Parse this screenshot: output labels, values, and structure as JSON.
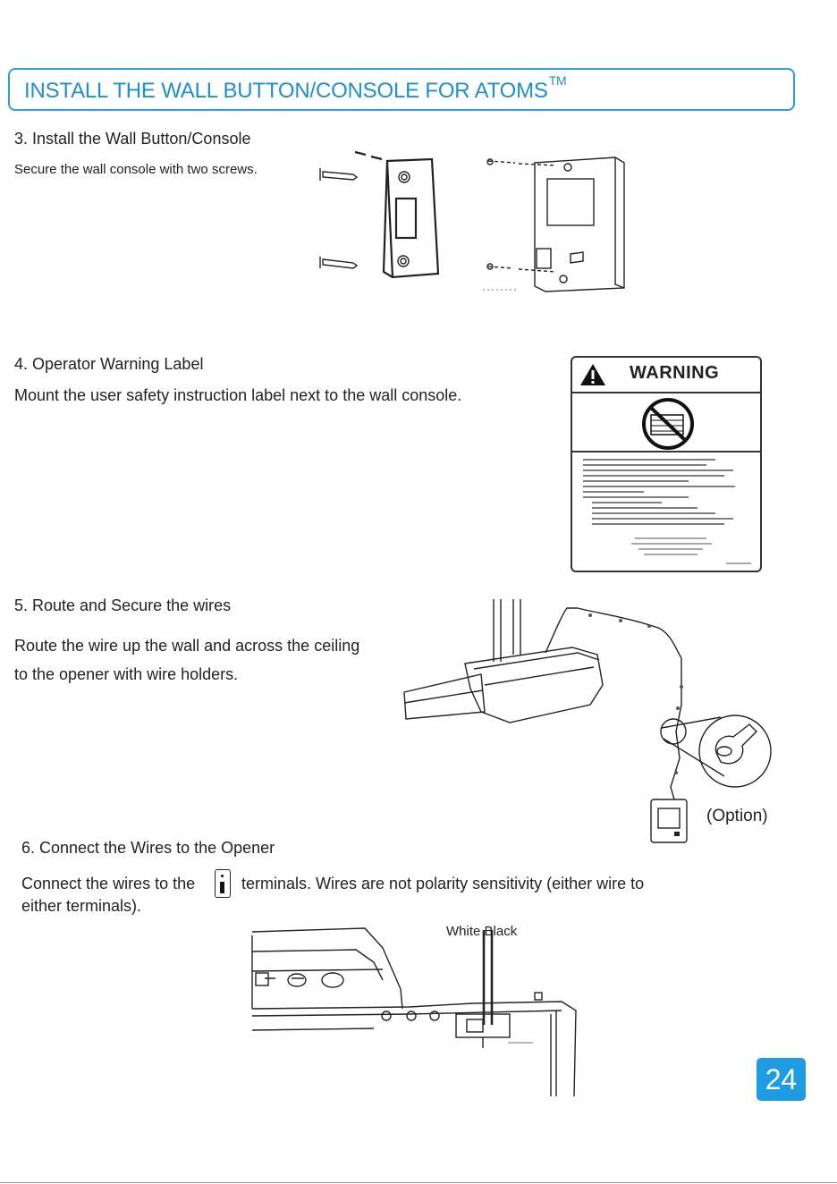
{
  "header": {
    "title": "INSTALL THE WALL BUTTON/CONSOLE FOR ATOMS",
    "superscript": "TM"
  },
  "step3": {
    "title": "3. Install the Wall Button/Console",
    "text": "Secure the wall console with two screws."
  },
  "step4": {
    "title": "4. Operator Warning Label",
    "text": "Mount the user safety instruction label next to the wall console."
  },
  "warning_label": {
    "heading": "WARNING"
  },
  "step5": {
    "title": "5. Route and Secure the wires",
    "text_line1": "Route the wire up the wall and across the ceiling",
    "text_line2": "to the opener with wire holders.",
    "option_label": "(Option)"
  },
  "step6": {
    "title": "6. Connect the Wires to the Opener",
    "text_before": "Connect the wires to the",
    "text_after": "terminals.  Wires are not polarity sensitivity (either wire to",
    "text_line2": "either terminals).",
    "wire_label": "White Black"
  },
  "page_number": "24",
  "colors": {
    "accent": "#1d8fd0",
    "badge": "#1e9be2"
  }
}
